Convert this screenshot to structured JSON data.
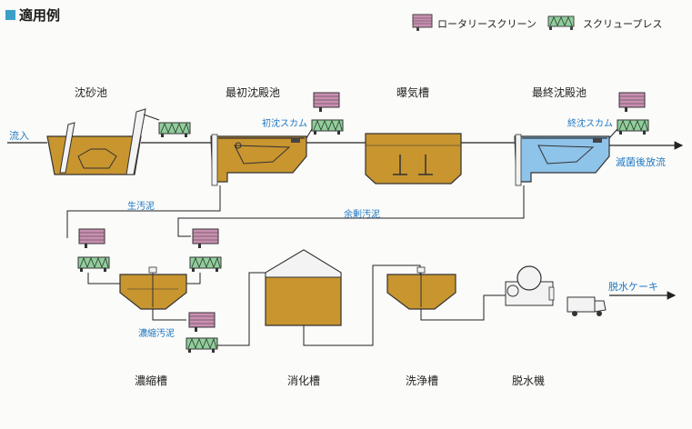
{
  "title": "適用例",
  "legend": [
    {
      "label": "ロータリースクリーン",
      "icon": "rotary-screen-icon"
    },
    {
      "label": "スクリュープレス",
      "icon": "screw-press-icon"
    }
  ],
  "units": {
    "grit_chamber": "沈砂池",
    "primary_clarifier": "最初沈殿池",
    "aeration_tank": "曝気槽",
    "final_clarifier": "最終沈殿池",
    "thickener": "濃縮槽",
    "digester": "消化槽",
    "wash_tank": "洗浄槽",
    "dewatering_machine": "脱水機"
  },
  "flows": {
    "inflow": "流入",
    "discharge": "滅菌後放流",
    "primary_scum": "初沈スカム",
    "final_scum": "終沈スカム",
    "raw_sludge": "生汚泥",
    "excess_sludge": "余剰汚泥",
    "thickened_sludge": "濃縮汚泥",
    "cake": "脱水ケーキ"
  },
  "colors": {
    "accent": "#3aa0c8",
    "sludge": "#c8952f",
    "clear_water": "#8ec3ea",
    "screen": "#c98fb0",
    "press": "#8fcf9a",
    "flow_label": "#1f78c4"
  }
}
